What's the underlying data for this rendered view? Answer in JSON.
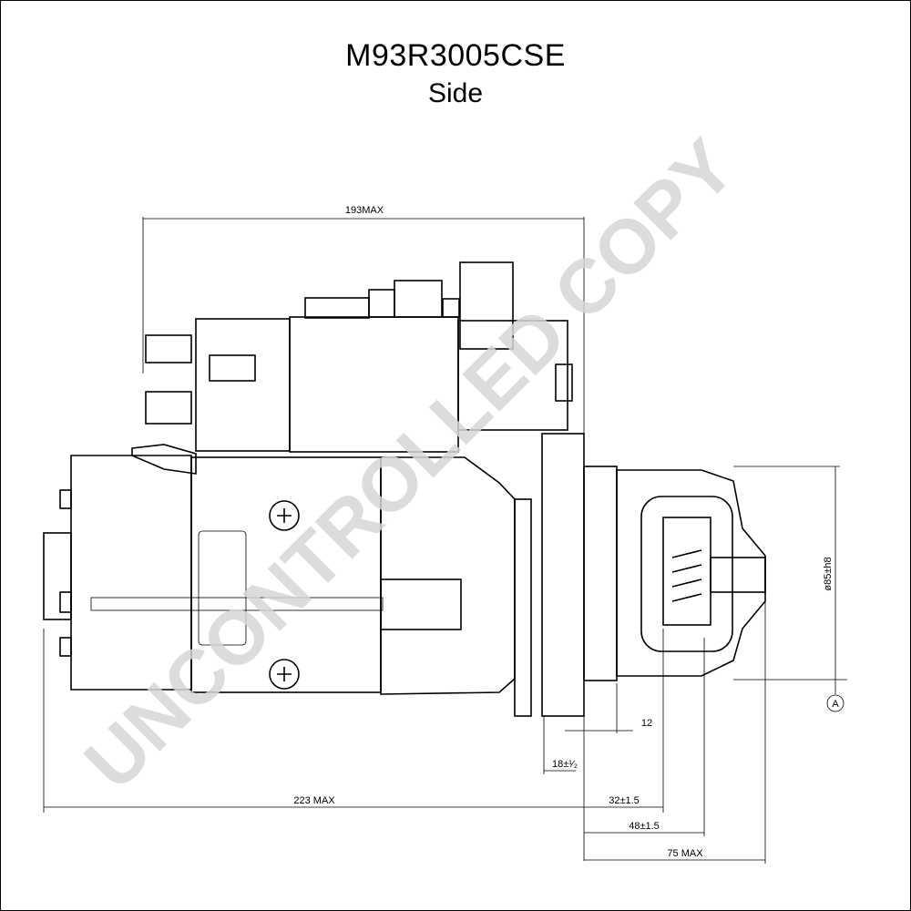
{
  "header": {
    "part_number": "M93R3005CSE",
    "view": "Side"
  },
  "watermark": "UNCONTROLLED COPY",
  "dimensions": {
    "overall_top": "193MAX",
    "overall_bottom": "223 MAX",
    "d12": "12",
    "d18": "18±¹⁄₂",
    "d32": "32±1.5",
    "d48": "48±1.5",
    "d75": "75 MAX",
    "pinion_dia": "ø85±h8",
    "datum": "A"
  },
  "colors": {
    "line": "#000000",
    "watermark": "#d6d6d6"
  }
}
